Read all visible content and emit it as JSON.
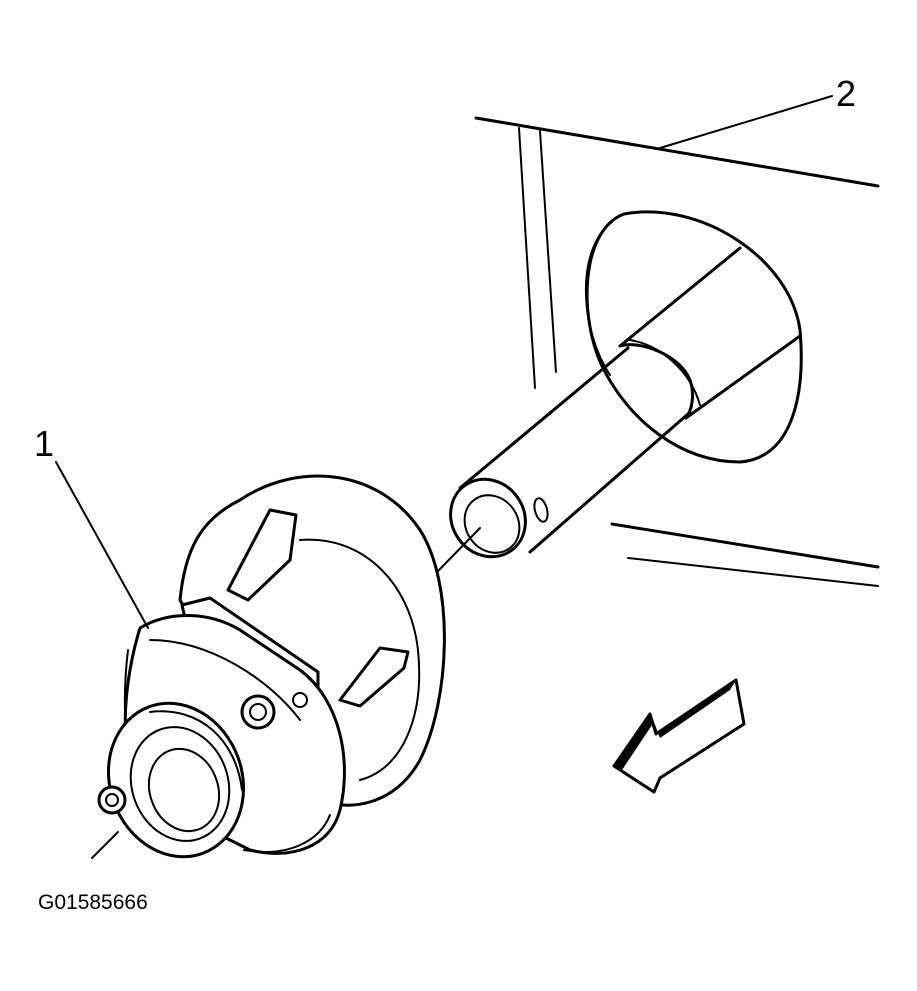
{
  "callouts": [
    {
      "label": "1"
    },
    {
      "label": "2"
    }
  ],
  "figure_code": "G01585666",
  "colors": {
    "ink": "#000000",
    "paper": "#ffffff"
  },
  "icons": {
    "direction_arrow": "arrow-left-down-icon"
  }
}
